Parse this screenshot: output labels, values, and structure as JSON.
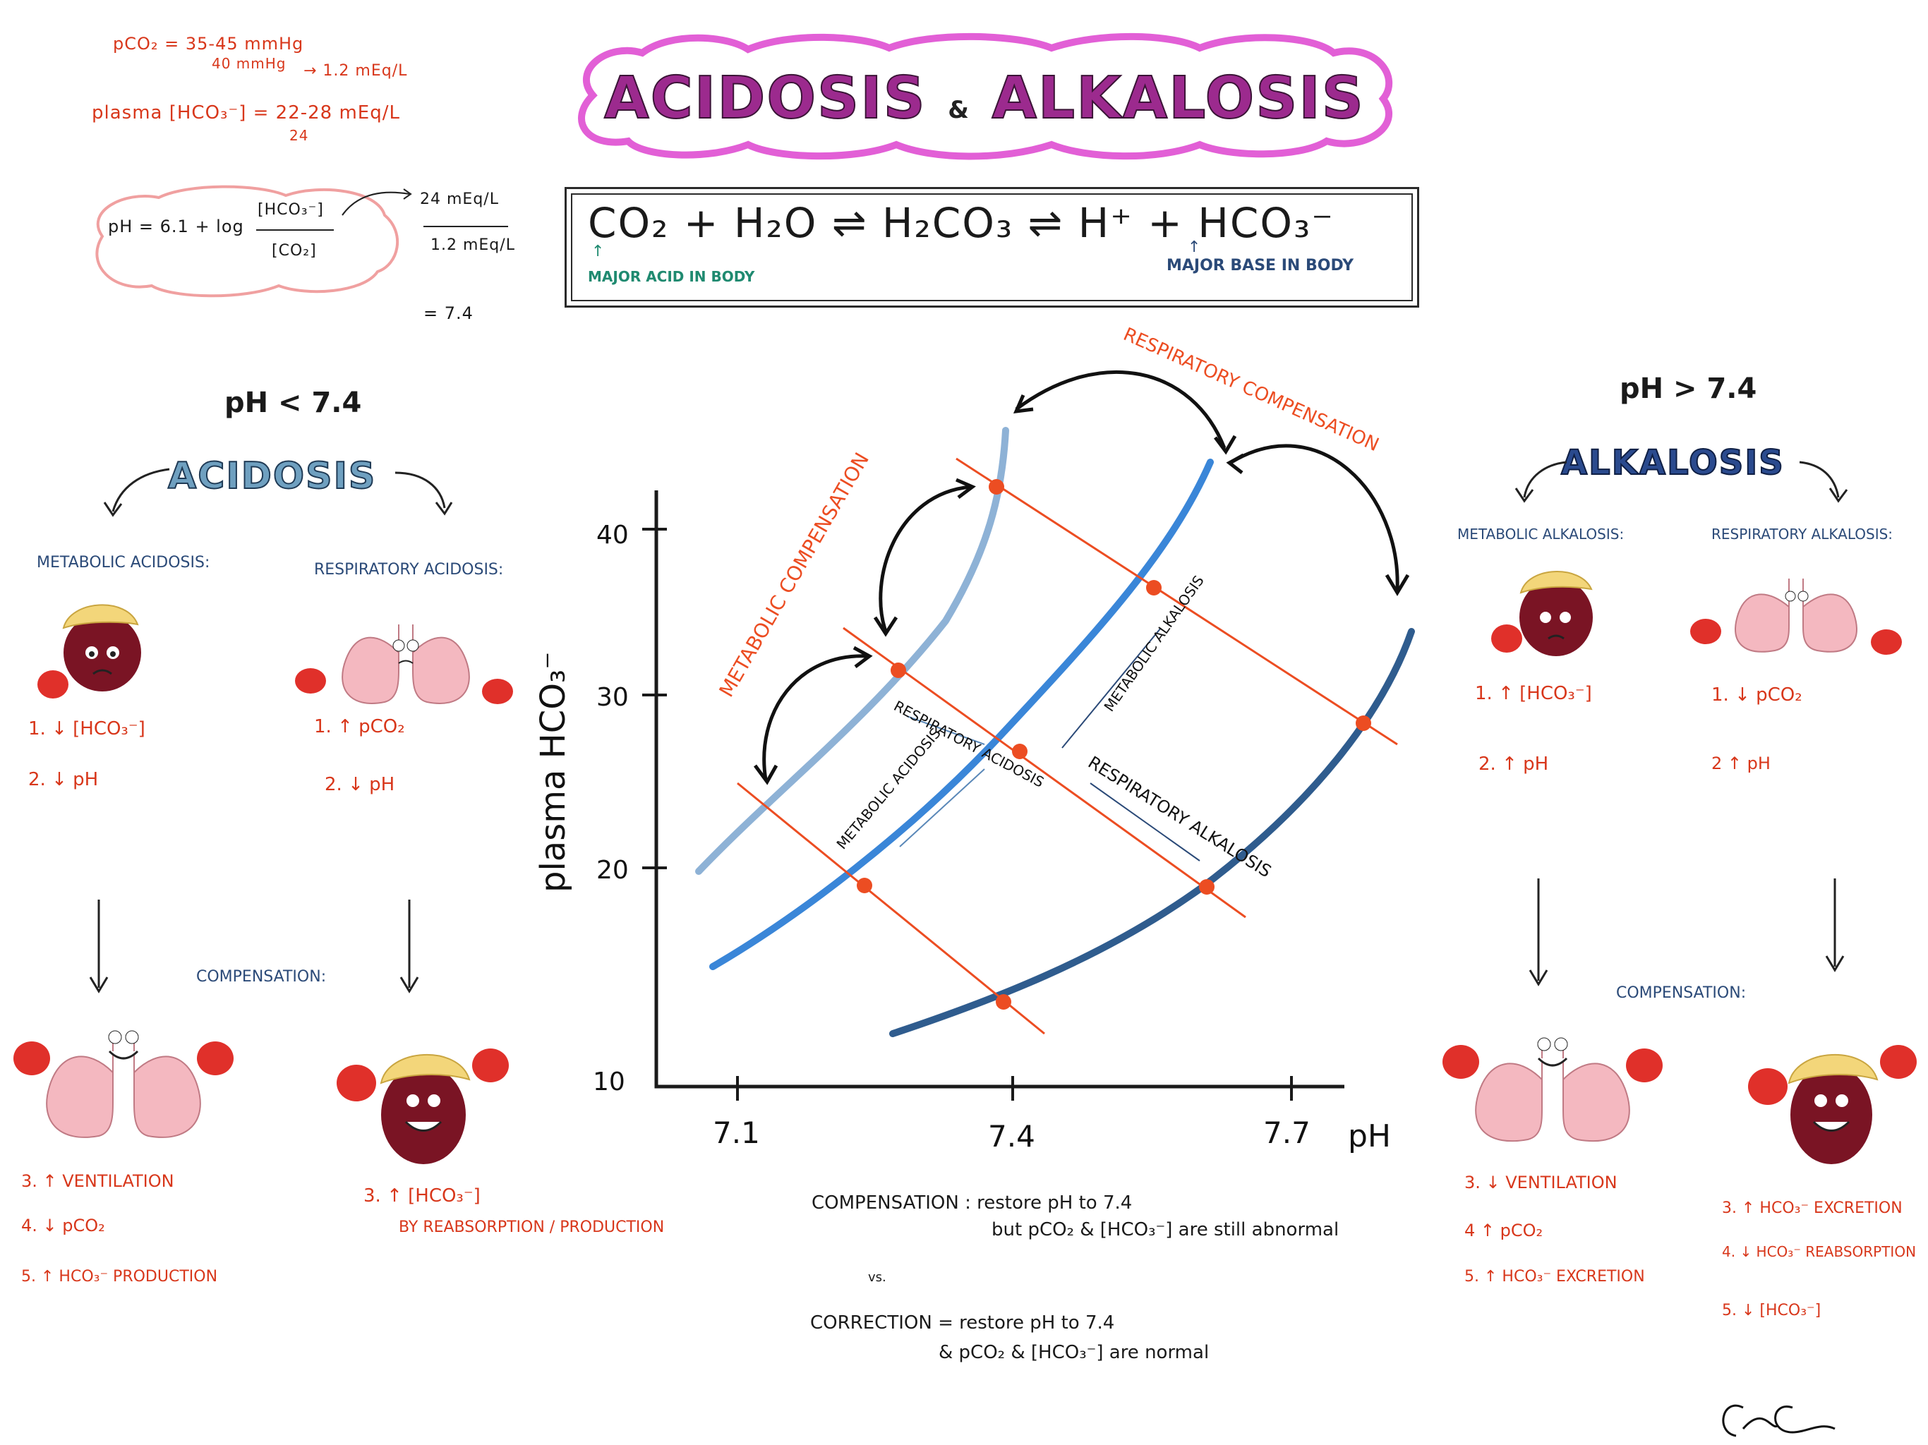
{
  "colors": {
    "red": "#d8371b",
    "navy": "#2b4a78",
    "teal": "#1f8a70",
    "title_fill": "#9c2a8e",
    "title_outline": "#e25fd6",
    "light_blue": "#8eb2d6",
    "mid_blue": "#3a86d8",
    "dark_blue": "#2f5c8e",
    "orange_line": "#ec4d22"
  },
  "title": "ACIDOSIS",
  "title_and": "&",
  "title_right": "ALKALOSIS",
  "notes": {
    "pco2": "pCO₂ = 35-45 mmHg",
    "pco2_40": "40 mmHg",
    "pco2_arrow": "→ 1.2 mEq/L",
    "hco3": "plasma [HCO₃⁻] = 22-28 mEq/L",
    "hco3_24": "24",
    "ph_formula": "pH = 6.1 + log",
    "ph_num": "[HCO₃⁻]",
    "ph_den": "[CO₂]",
    "frac_num": "24 mEq/L",
    "frac_den": "1.2 mEq/L",
    "result": "= 7.4"
  },
  "equation": {
    "text": "CO₂ + H₂O ⇌ H₂CO₃ ⇌ H⁺ + HCO₃⁻",
    "acid_label": "MAJOR ACID IN BODY",
    "base_label": "MAJOR BASE IN BODY"
  },
  "left": {
    "ph_label": "pH < 7.4",
    "heading": "ACIDOSIS",
    "metabolic": {
      "title": "METABOLIC ACIDOSIS:",
      "item1": "1.  ↓ [HCO₃⁻]",
      "item2": "2.  ↓ pH",
      "comp3": "3.  ↑ VENTILATION",
      "comp4": "4.  ↓ pCO₂",
      "comp5": "5.  ↑ HCO₃⁻  PRODUCTION"
    },
    "respiratory": {
      "title": "RESPIRATORY ACIDOSIS:",
      "item1": "1.  ↑ pCO₂",
      "item2": "2.  ↓ pH",
      "comp3": "3. ↑ [HCO₃⁻]",
      "comp_by": "BY REABSORPTION / PRODUCTION"
    },
    "compensation": "COMPENSATION:"
  },
  "right": {
    "ph_label": "pH > 7.4",
    "heading": "ALKALOSIS",
    "metabolic": {
      "title": "METABOLIC ALKALOSIS:",
      "item1": "1. ↑ [HCO₃⁻]",
      "item2": "2. ↑ pH",
      "comp3": "3. ↓ VENTILATION",
      "comp4": "4  ↑ pCO₂",
      "comp5": "5. ↑ HCO₃⁻ EXCRETION"
    },
    "respiratory": {
      "title": "RESPIRATORY ALKALOSIS:",
      "item1": "1.  ↓  pCO₂",
      "item2": "2  ↑ pH",
      "comp3": "3. ↑ HCO₃⁻ EXCRETION",
      "comp4": "4. ↓ HCO₃⁻ REABSORPTION",
      "comp5": "5.  ↓ [HCO₃⁻]"
    },
    "compensation": "COMPENSATION:"
  },
  "graph": {
    "ylabel": "plasma HCO₃⁻",
    "xlabel": "pH",
    "yticks": [
      "40",
      "30",
      "20",
      "10"
    ],
    "xticks": [
      "7.1",
      "7.4",
      "7.7"
    ],
    "resp_comp": "RESPIRATORY COMPENSATION",
    "metab_comp": "METABOLIC COMPENSATION",
    "resp_acidosis": "RESPIRATORY ACIDOSIS",
    "metab_acidosis": "METABOLIC ACIDOSIS",
    "metab_alkalosis": "METABOLIC ALKALOSIS",
    "resp_alkalosis": "RESPIRATORY ALKALOSIS"
  },
  "definitions": {
    "comp_term": "COMPENSATION",
    "comp_line1": ": restore pH to 7.4",
    "comp_line2": "but pCO₂ & [HCO₃⁻] are still abnormal",
    "vs": "vs.",
    "corr_term": "CORRECTION",
    "corr_line1": "= restore pH to 7.4",
    "corr_line2": "& pCO₂ & [HCO₃⁻] are normal"
  }
}
